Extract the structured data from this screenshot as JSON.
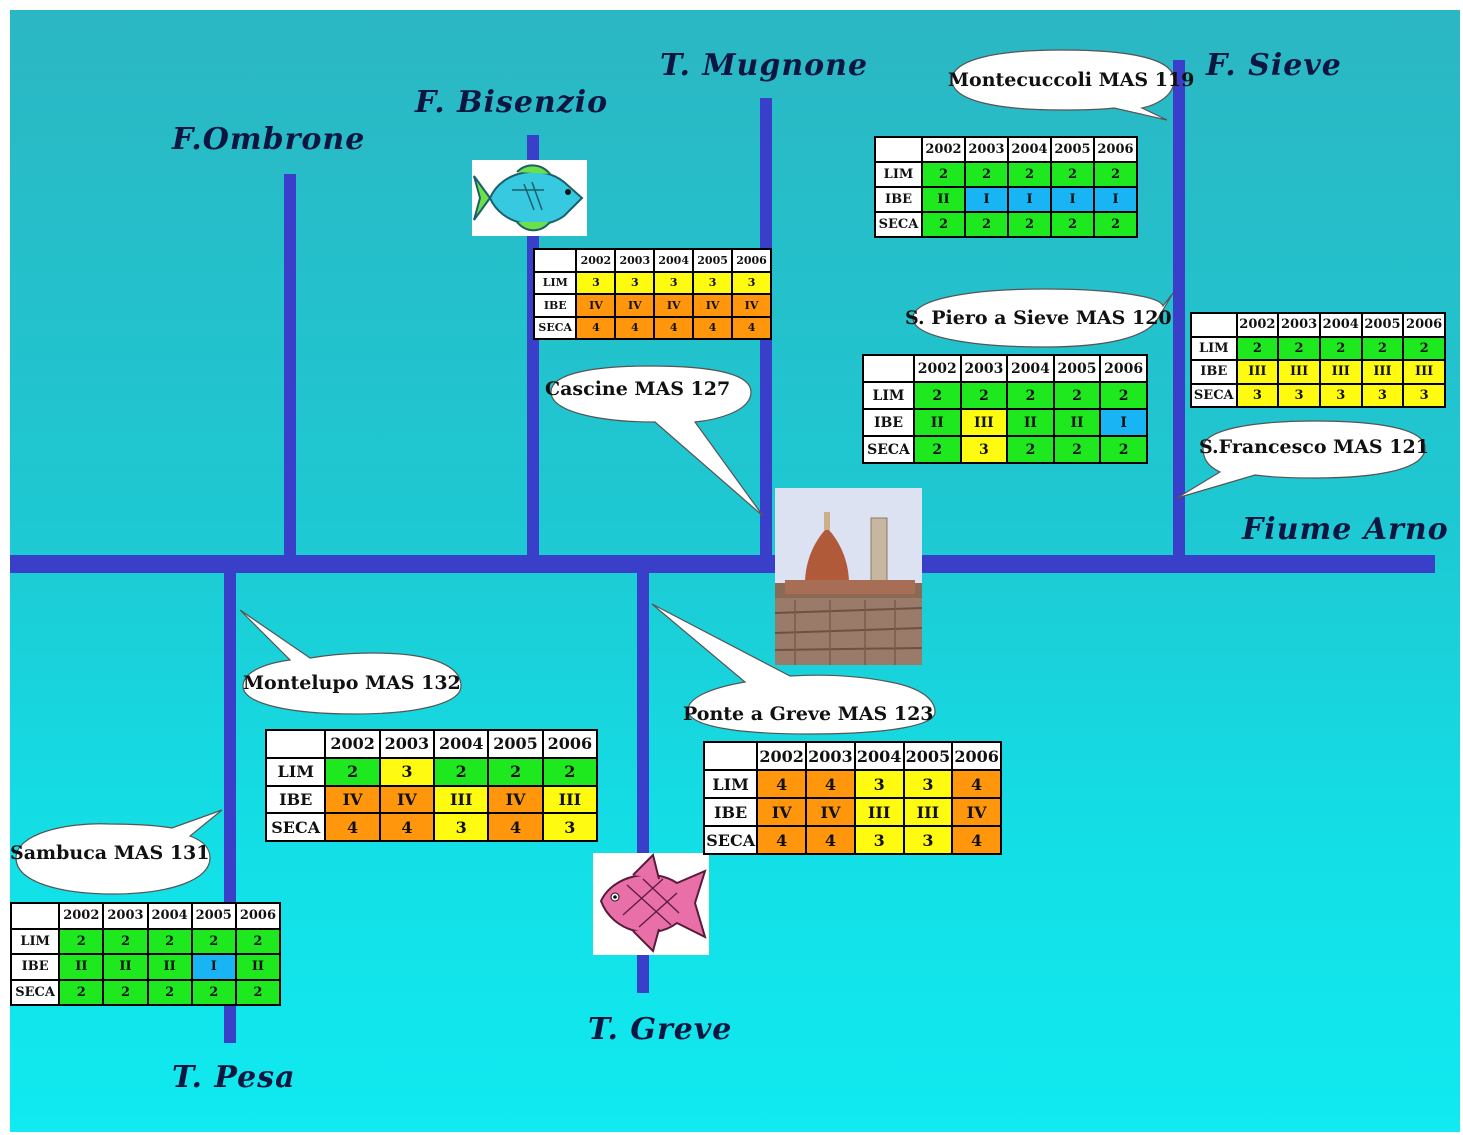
{
  "rivers": {
    "ombrone": "F.Ombrone",
    "bisenzio": "F. Bisenzio",
    "mugnone": "T. Mugnone",
    "sieve": "F. Sieve",
    "arno": "Fiume Arno",
    "pesa": "T. Pesa",
    "greve": "T. Greve"
  },
  "stations": {
    "montecuccoli": "Montecuccoli MAS 119",
    "piero": "S. Piero a Sieve MAS 120",
    "francesco": "S.Francesco MAS 121",
    "cascine": "Cascine MAS 127",
    "montelupo": "Montelupo MAS 132",
    "sambuca": "Sambuca MAS 131",
    "greve": "Ponte a Greve MAS 123"
  },
  "years": [
    "2002",
    "2003",
    "2004",
    "2005",
    "2006"
  ],
  "indices": [
    "LIM",
    "IBE",
    "SECA"
  ],
  "tables": {
    "montecuccoli": {
      "LIM": [
        "2",
        "2",
        "2",
        "2",
        "2"
      ],
      "IBE": [
        "II",
        "I",
        "I",
        "I",
        "I"
      ],
      "SECA": [
        "2",
        "2",
        "2",
        "2",
        "2"
      ]
    },
    "piero": {
      "LIM": [
        "2",
        "2",
        "2",
        "2",
        "2"
      ],
      "IBE": [
        "II",
        "III",
        "II",
        "II",
        "I"
      ],
      "SECA": [
        "2",
        "3",
        "2",
        "2",
        "2"
      ]
    },
    "francesco": {
      "LIM": [
        "2",
        "2",
        "2",
        "2",
        "2"
      ],
      "IBE": [
        "III",
        "III",
        "III",
        "III",
        "III"
      ],
      "SECA": [
        "3",
        "3",
        "3",
        "3",
        "3"
      ]
    },
    "cascine": {
      "LIM": [
        "3",
        "3",
        "3",
        "3",
        "3"
      ],
      "IBE": [
        "IV",
        "IV",
        "IV",
        "IV",
        "IV"
      ],
      "SECA": [
        "4",
        "4",
        "4",
        "4",
        "4"
      ]
    },
    "montelupo": {
      "LIM": [
        "2",
        "3",
        "2",
        "2",
        "2"
      ],
      "IBE": [
        "IV",
        "IV",
        "III",
        "IV",
        "III"
      ],
      "SECA": [
        "4",
        "4",
        "3",
        "4",
        "3"
      ]
    },
    "sambuca": {
      "LIM": [
        "2",
        "2",
        "2",
        "2",
        "2"
      ],
      "IBE": [
        "II",
        "II",
        "II",
        "I",
        "II"
      ],
      "SECA": [
        "2",
        "2",
        "2",
        "2",
        "2"
      ]
    },
    "greve": {
      "LIM": [
        "4",
        "4",
        "3",
        "3",
        "4"
      ],
      "IBE": [
        "IV",
        "IV",
        "III",
        "III",
        "IV"
      ],
      "SECA": [
        "4",
        "4",
        "3",
        "3",
        "4"
      ]
    }
  },
  "colors": {
    "class_I": "#18b4f4",
    "class_II": "#1ee81e",
    "class_III": "#fffb10",
    "class_IV": "#ff960c",
    "river": "#3a3fc9"
  },
  "images": {
    "fish_top": "green-fish-picture",
    "fish_bottom": "pink-fish-picture",
    "florence": "florence-cathedral-photo"
  }
}
